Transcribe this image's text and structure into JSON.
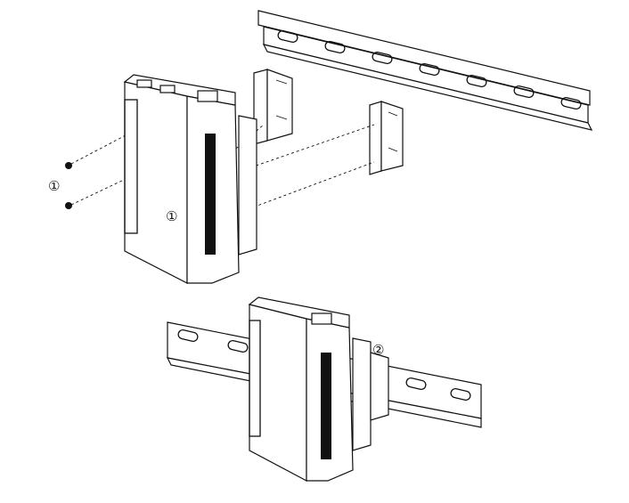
{
  "diagram": {
    "step_labels": {
      "screws_left": "①",
      "screws_front": "①",
      "clip_on_rail": "②"
    },
    "colors": {
      "line": "#111111",
      "background": "#ffffff"
    }
  }
}
